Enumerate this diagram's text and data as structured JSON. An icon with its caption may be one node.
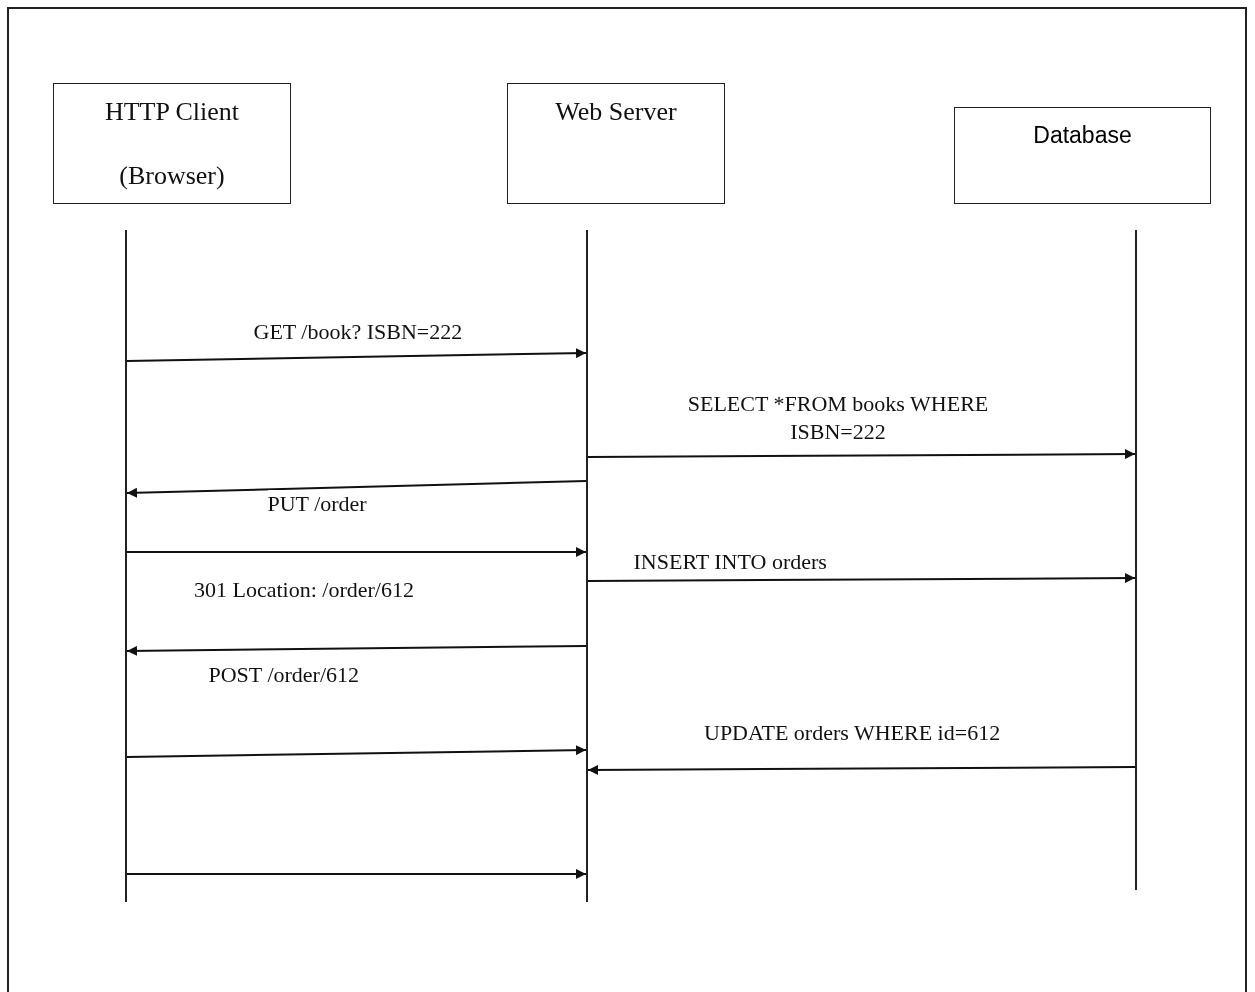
{
  "diagram": {
    "nodes": [
      {
        "text": [
          "HTTP Client (Browser)"
        ]
      },
      {
        "text": [
          "Web Server"
        ]
      },
      {
        "text": [
          "Database"
        ]
      },
      {
        "text": [],
        "shape": "bar"
      },
      {
        "text": [],
        "shape": "bar"
      },
      {
        "text": [],
        "shape": "bar"
      }
    ],
    "edges": [
      {
        "from": 3,
        "to": 4,
        "arrow": "to",
        "label": "GET /book? ISBN=222"
      },
      {
        "from": 4,
        "to": 5,
        "arrow": "to",
        "label": "SELECT *FROM books WHERE ISBN=222"
      },
      {
        "from": 4,
        "to": 3,
        "arrow": "to",
        "label": "PUT /order"
      },
      {
        "from": 3,
        "to": 4,
        "arrow": "to",
        "label": "301 Location: /order/612"
      },
      {
        "from": 4,
        "to": 5,
        "arrow": "to",
        "label": "INSERT INTO orders"
      },
      {
        "from": 4,
        "to": 3,
        "arrow": "to",
        "label": "POST /order/612"
      },
      {
        "from": 3,
        "to": 4,
        "arrow": "to"
      },
      {
        "from": 5,
        "to": 4,
        "arrow": "to",
        "label": "UPDATE orders WHERE id=612"
      },
      {
        "from": 3,
        "to": 4,
        "arrow": "to"
      }
    ]
  }
}
